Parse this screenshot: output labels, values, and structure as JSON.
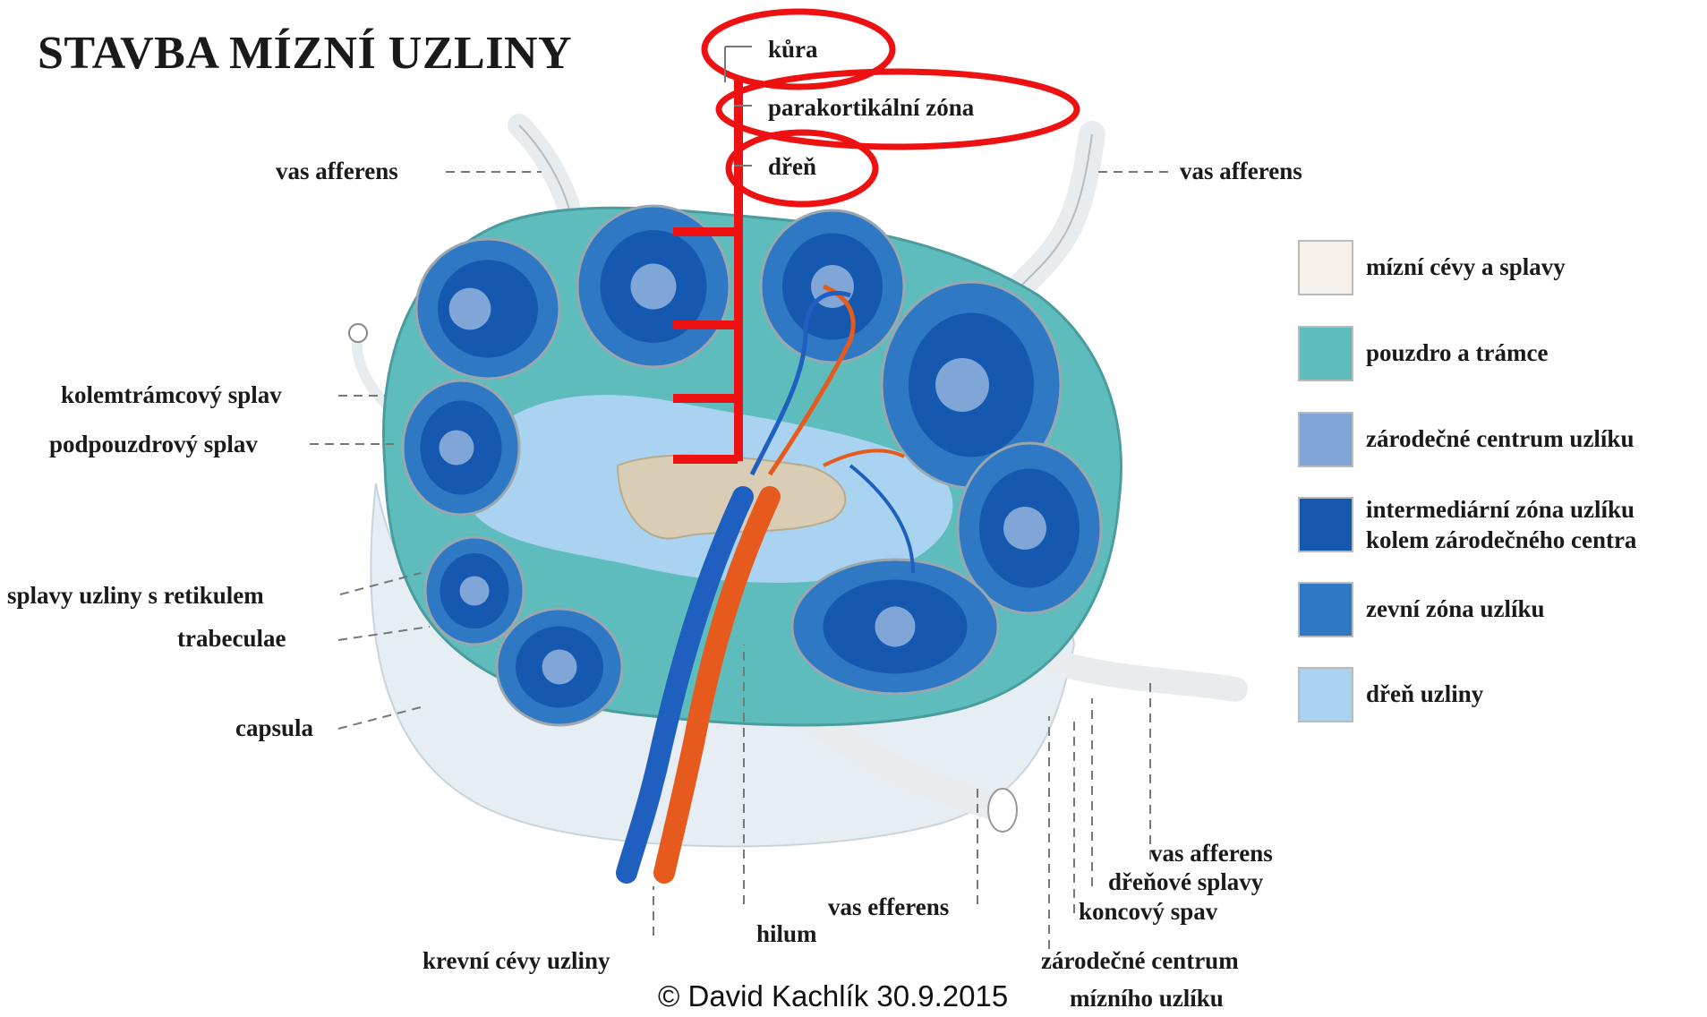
{
  "title": "STAVBA MÍZNÍ UZLINY",
  "top_labels": {
    "kura": "kůra",
    "parakortikalni": "parakortikální zóna",
    "dren": "dřeň"
  },
  "left_labels": {
    "vas_afferens": "vas afferens",
    "kolemtramcovy": "kolemtrámcový splav",
    "podpouzdrovy": "podpouzdrový splav",
    "splavy": "splavy uzliny s retikulem",
    "trabeculae": "trabeculae",
    "capsula": "capsula"
  },
  "right_labels": {
    "vas_afferens": "vas afferens"
  },
  "bottom_labels": {
    "krevni": "krevní cévy uzliny",
    "hilum": "hilum",
    "vas_efferens": "vas efferens",
    "vas_afferens": "vas afferens",
    "drenove": "dřeňové splavy",
    "koncovy": "koncový spav",
    "zarodecne_1": "zárodečné centrum",
    "zarodecne_2": "mízního uzlíku"
  },
  "legend": [
    {
      "text": "mízní cévy a splavy",
      "color": "#f6f1ec"
    },
    {
      "text": "pouzdro a trámce",
      "color": "#5fbcbd"
    },
    {
      "text": "zárodečné centrum uzlíku",
      "color": "#7fa6d6"
    },
    {
      "text": "intermediární zóna uzlíku",
      "text2": "kolem zárodečného centra",
      "color": "#1558b0"
    },
    {
      "text": "zevní zóna uzlíku",
      "color": "#2f78c4"
    },
    {
      "text": "dřeň uzliny",
      "color": "#a9d3f1"
    }
  ],
  "copyright": "© David Kachlík 30.9.2015",
  "colors": {
    "highlight": "#ee1111",
    "capsule": "#5fbcbd",
    "follicle_outer": "#2f78c4",
    "follicle_inner": "#1558b0",
    "germinal": "#7fa6d6",
    "medulla": "#a9d3f1",
    "artery": "#e65a1e",
    "vein": "#1f5fc0"
  }
}
